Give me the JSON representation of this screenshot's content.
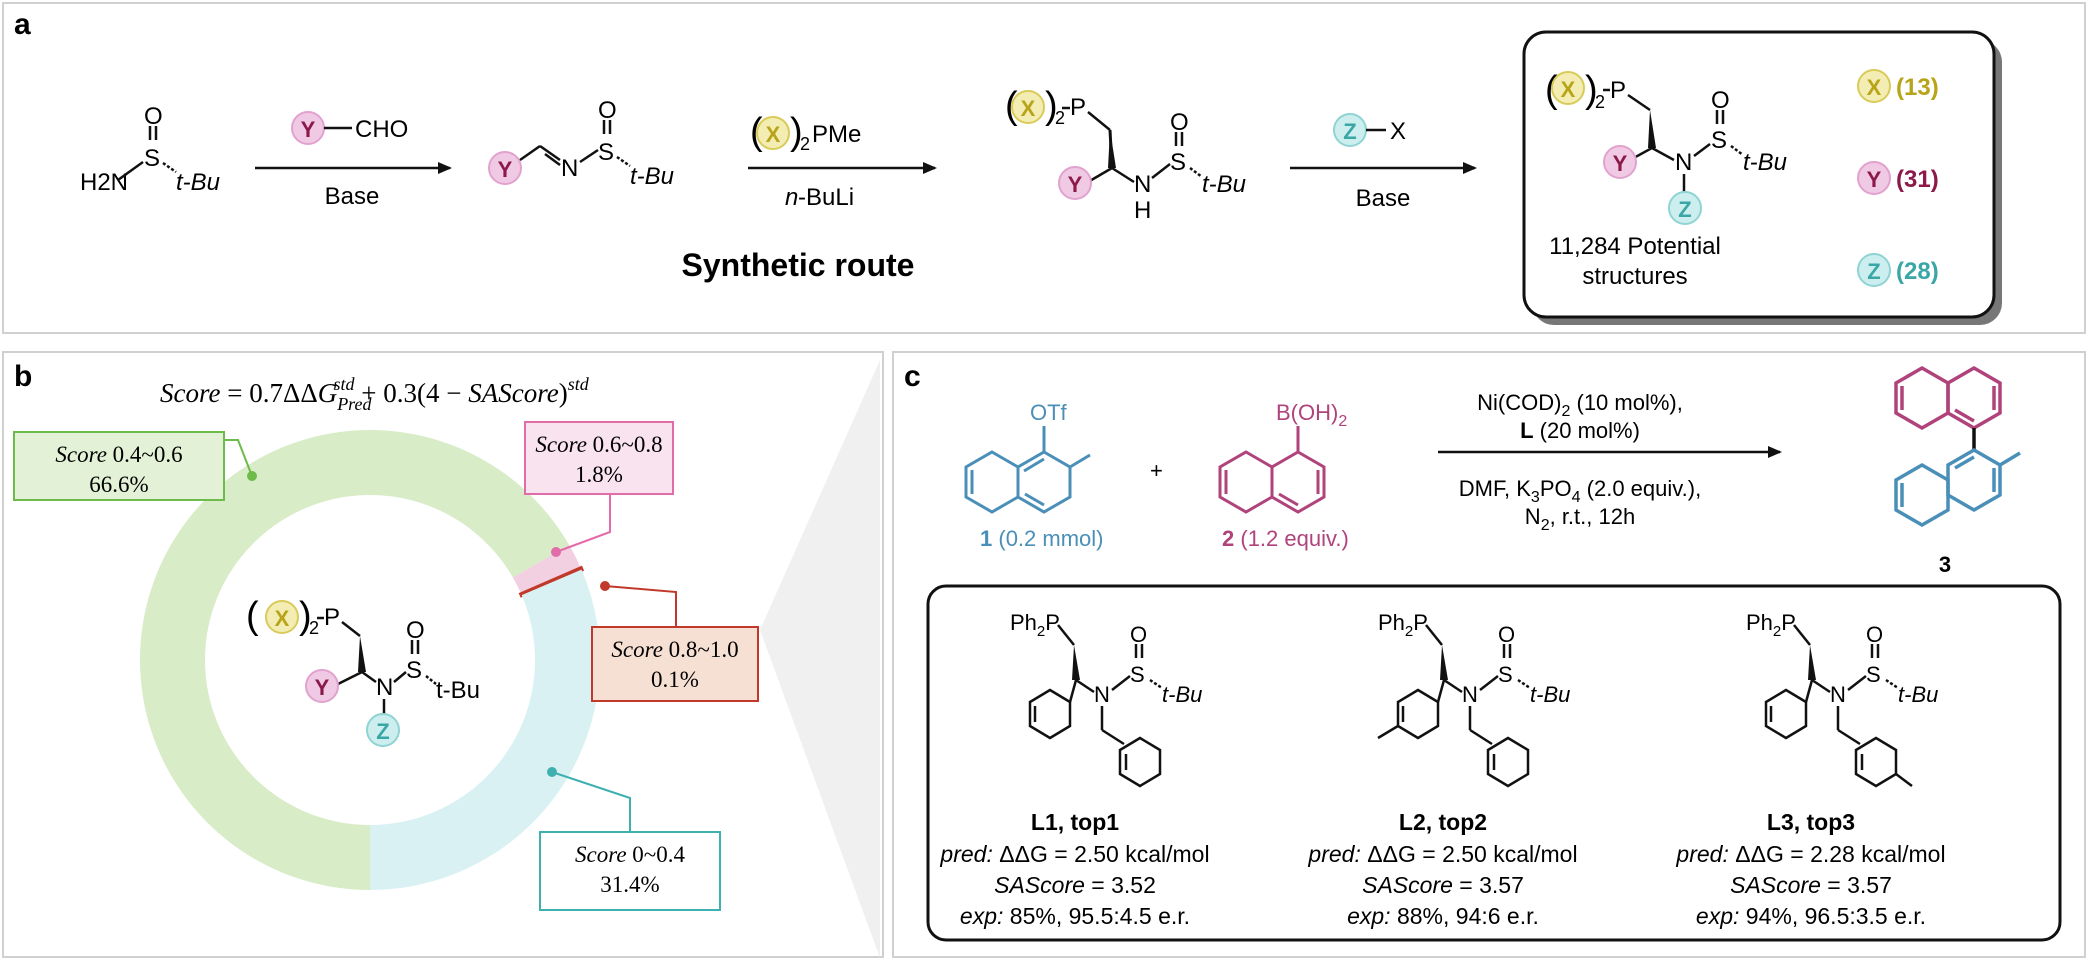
{
  "panel_a": {
    "label": "a",
    "caption": "Synthetic route",
    "start": {
      "h2n": "H2N",
      "s": "S",
      "o": "O",
      "tbu": "t-Bu"
    },
    "step1": {
      "reagent_circle": "Y",
      "reagent_text": "CHO",
      "below": "Base"
    },
    "imine": {
      "circle": "Y",
      "n": "N",
      "s": "S",
      "o": "O",
      "tbu": "t-Bu"
    },
    "step2": {
      "circle": "X",
      "sub": "2",
      "text": "PMe",
      "below_prefix": "n",
      "below": "-BuLi"
    },
    "phosphine": {
      "circle_x": "X",
      "sub": "2",
      "p": "P",
      "circle_y": "Y",
      "nh": "N",
      "h": "H",
      "s": "S",
      "o": "O",
      "tbu": "t-Bu"
    },
    "step3": {
      "circle": "Z",
      "text": "X",
      "below": "Base"
    },
    "box": {
      "circle_x": "X",
      "sub": "2",
      "p": "P",
      "circle_y": "Y",
      "n": "N",
      "s": "S",
      "o": "O",
      "tbu": "t-Bu",
      "circle_z": "Z",
      "potential_line1": "11,284  Potential",
      "potential_line2": "structures",
      "legend": [
        {
          "letter": "X",
          "count": "(13)",
          "color": "#b8a419"
        },
        {
          "letter": "Y",
          "count": "(31)",
          "color": "#8b1a4a"
        },
        {
          "letter": "Z",
          "count": "(28)",
          "color": "#3aa6a6"
        }
      ]
    }
  },
  "panel_b": {
    "label": "b",
    "formula": "Score = 0.7ΔΔG_Pred^std + 0.3(4 − SAScore)^std",
    "formula_parts": {
      "score": "Score",
      "eq": " = 0.7ΔΔ",
      "g": "G",
      "sub": "Pred",
      "sup": "std",
      "mid": " + 0.3(4 − ",
      "sa": "SAScore",
      "close": ")",
      "sup2": "std"
    },
    "chart_data": {
      "type": "pie",
      "donut": true,
      "slices": [
        {
          "range": "0.4~0.6",
          "percent": "66.6%",
          "value": 66.6,
          "color": "#d8ecc8"
        },
        {
          "range": "0.6~0.8",
          "percent": "1.8%",
          "value": 1.8,
          "color": "#f3cfe2"
        },
        {
          "range": "0.8~1.0",
          "percent": "0.1%",
          "value": 0.1,
          "color": "#c0392b"
        },
        {
          "range": "0~0.4",
          "percent": "31.4%",
          "value": 31.4,
          "color": "#d9f1f3"
        }
      ],
      "label_prefix": "Score"
    },
    "callouts": [
      {
        "score": "Score",
        "range": " 0.4~0.6",
        "percent": "66.6%",
        "border": "#6dbb4a",
        "fill": "#e3f2d6",
        "dot": "#6dbb4a"
      },
      {
        "score": "Score",
        "range": " 0.6~0.8",
        "percent": "1.8%",
        "border": "#e26ba9",
        "fill": "#f9e3ef",
        "dot": "#e26ba9"
      },
      {
        "score": "Score",
        "range": " 0.8~1.0",
        "percent": "0.1%",
        "border": "#c0392b",
        "fill": "#f6dfd3",
        "dot": "#c0392b"
      },
      {
        "score": "Score",
        "range": " 0~0.4",
        "percent": "31.4%",
        "border": "#3fb0b0",
        "fill": "#ffffff",
        "dot": "#3fb0b0"
      }
    ],
    "center": {
      "circle_x": "X",
      "sub": "2",
      "p": "P",
      "circle_y": "Y",
      "n": "N",
      "s": "S",
      "o": "O",
      "tbu": "t-Bu",
      "circle_z": "Z"
    }
  },
  "panel_c": {
    "label": "c",
    "reactant1": {
      "otf": "OTf",
      "num": "1",
      "amount": " (0.2 mmol)"
    },
    "plus": "+",
    "reactant2": {
      "boh": "B(OH)",
      "sub": "2",
      "num": "2",
      "amount": " (1.2 equiv.)"
    },
    "conditions": {
      "line1": "Ni(COD)",
      "line1_sub": "2",
      "line1_rest": " (10 mol%),",
      "line2_bold": "L",
      "line2": " (20 mol%)",
      "line3": "DMF, K",
      "line3_sub1": "3",
      "line3_mid": "PO",
      "line3_sub2": "4",
      "line3_rest": " (2.0 equiv.),",
      "line4": "N",
      "line4_sub": "2",
      "line4_rest": ", r.t., 12h"
    },
    "product": {
      "num": "3"
    },
    "ligands": [
      {
        "ph2p": "Ph",
        "sub": "2",
        "p": "P",
        "n": "N",
        "s": "S",
        "o": "O",
        "tbu": "t-Bu",
        "title": "L1, top1",
        "pred_label": "pred:",
        "pred": " ΔΔG = 2.50 kcal/mol",
        "sa_label": "SAScore",
        "sa": " = 3.52",
        "exp_label": "exp:",
        "exp": " 85%, 95.5:4.5 e.r."
      },
      {
        "ph2p": "Ph",
        "sub": "2",
        "p": "P",
        "n": "N",
        "s": "S",
        "o": "O",
        "tbu": "t-Bu",
        "title": "L2, top2",
        "pred_label": "pred:",
        "pred": "  ΔΔG = 2.50 kcal/mol",
        "sa_label": "SAScore",
        "sa": " = 3.57",
        "exp_label": "exp:",
        "exp": " 88%, 94:6 e.r."
      },
      {
        "ph2p": "Ph",
        "sub": "2",
        "p": "P",
        "n": "N",
        "s": "S",
        "o": "O",
        "tbu": "t-Bu",
        "title": "L3, top3",
        "pred_label": "pred:",
        "pred": " ΔΔG = 2.28 kcal/mol",
        "sa_label": "SAScore",
        "sa": " = 3.57",
        "exp_label": "exp:",
        "exp": " 94%, 96.5:3.5 e.r."
      }
    ]
  }
}
